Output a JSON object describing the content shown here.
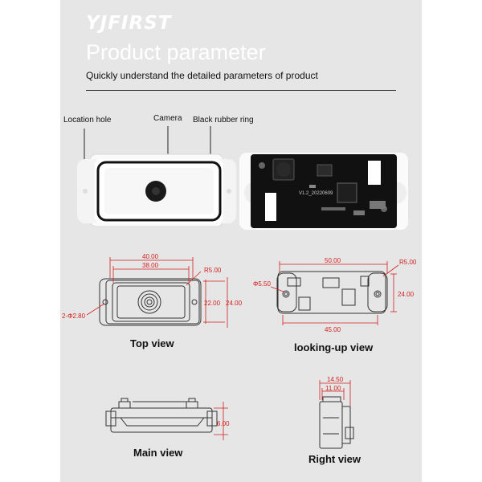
{
  "brand": "YJFIRST",
  "title": "Product parameter",
  "subtitle": "Quickly understand the detailed parameters of product",
  "labels": {
    "location_hole": "Location hole",
    "camera": "Camera",
    "rubber_ring": "Black rubber ring"
  },
  "pcb_marking": "V1.2_20220609",
  "top_view": {
    "caption": "Top view",
    "dim_40": "40.00",
    "dim_38": "38.00",
    "dim_r5": "R5.00",
    "dim_22": "22.00",
    "dim_24": "24.00",
    "dim_hole": "2-Φ2.80"
  },
  "bottom_view": {
    "caption": "looking-up view",
    "dim_50": "50.00",
    "dim_r5": "R5.00",
    "dim_55": "Φ5.50",
    "dim_24": "24.00",
    "dim_45": "45.00"
  },
  "main_view": {
    "caption": "Main view",
    "dim_6": "6.00"
  },
  "right_view": {
    "caption": "Right view",
    "dim_1450": "14.50",
    "dim_11": "11.00"
  }
}
